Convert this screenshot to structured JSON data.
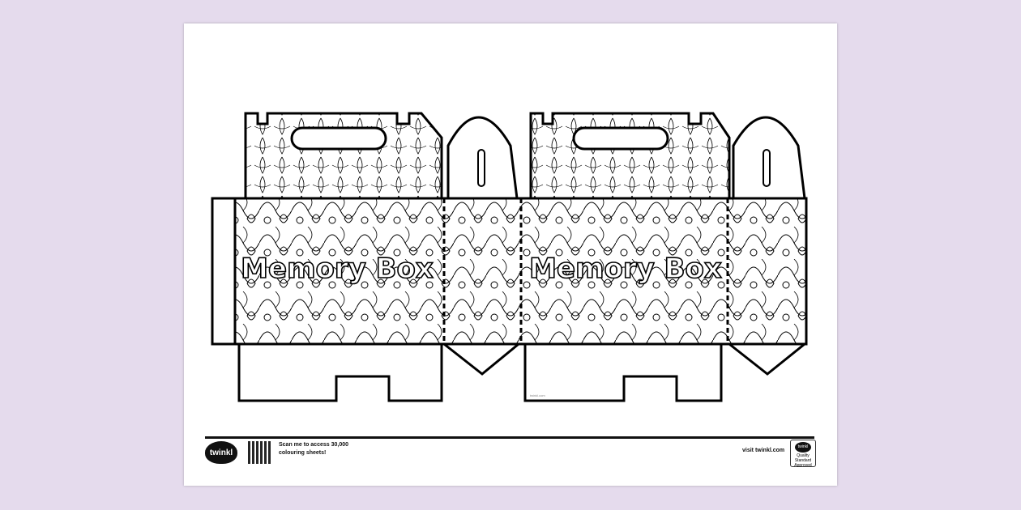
{
  "title_text": "Memory Box",
  "panels": [
    {
      "label": "Memory Box"
    },
    {
      "label": "Memory Box"
    }
  ],
  "footer": {
    "logo": "twinkl",
    "scan_text": "Scan me to access 30,000 colouring sheets!",
    "visit": "visit twinkl.com",
    "badge": "twinkl",
    "badge_caption": "Quality Standard Approved",
    "small_url": "twinkl.com"
  },
  "colors": {
    "background": "#e5dbed",
    "sheet": "#ffffff",
    "ink": "#000000"
  }
}
